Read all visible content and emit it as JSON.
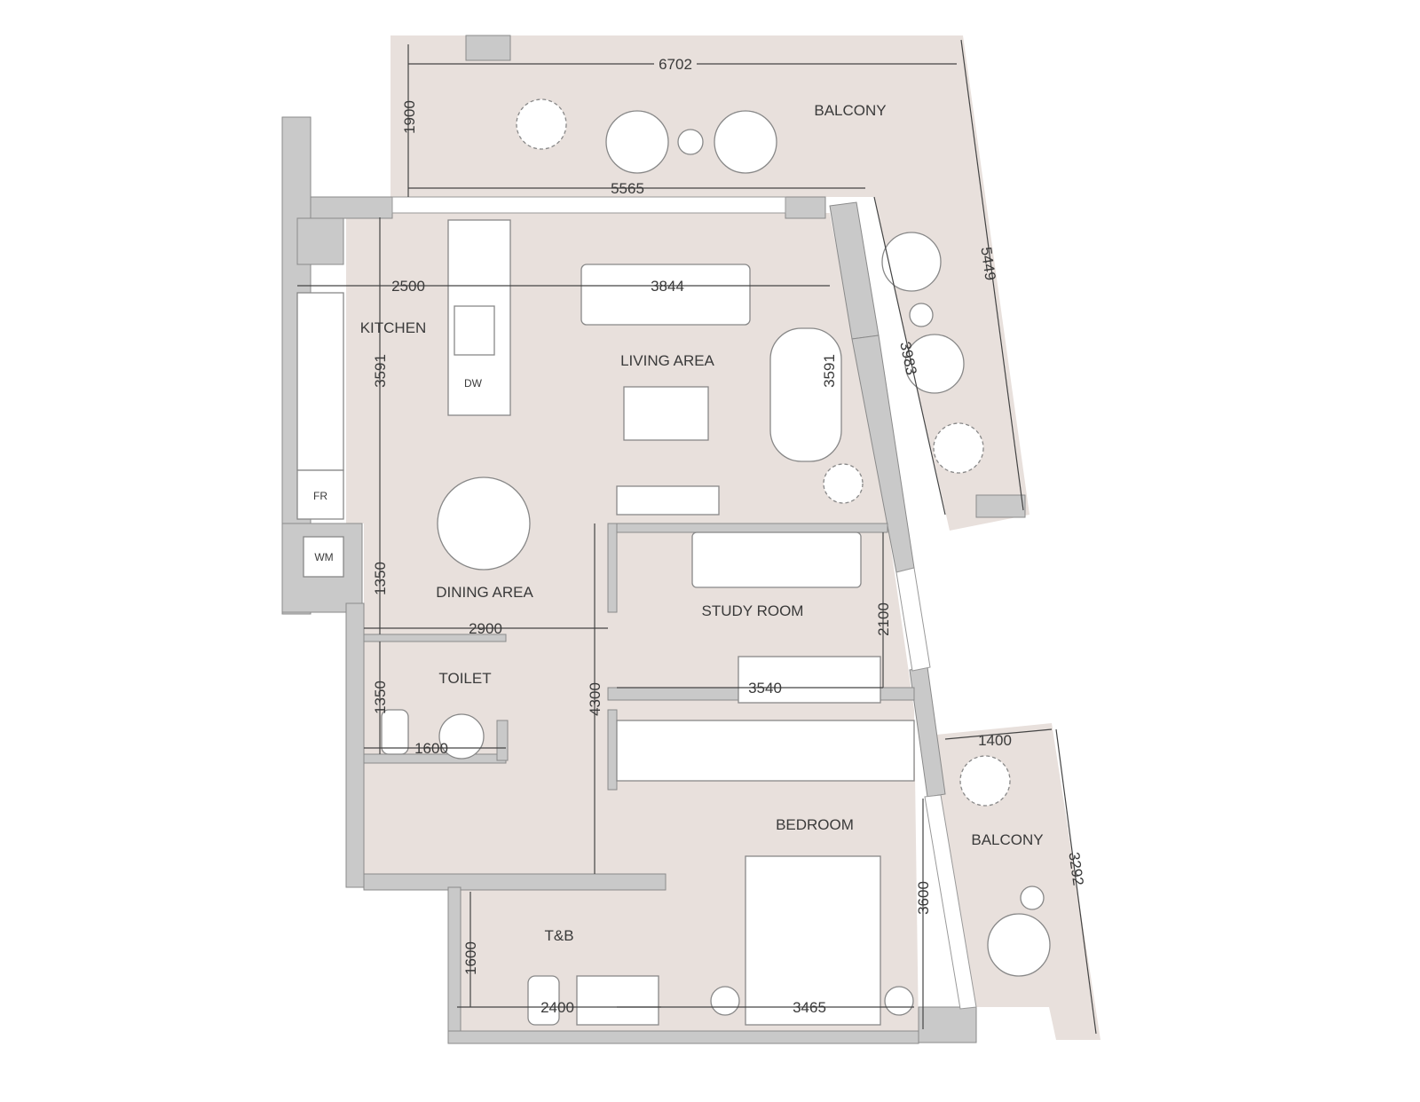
{
  "colors": {
    "floor": "#e8e0dc",
    "wall": "#c9c9c9",
    "line": "#444444"
  },
  "rooms": {
    "balcony_top": "BALCONY",
    "kitchen": "KITCHEN",
    "living": "LIVING AREA",
    "dining": "DINING AREA",
    "study": "STUDY ROOM",
    "toilet": "TOILET",
    "bedroom": "BEDROOM",
    "balcony_bottom": "BALCONY",
    "tb": "T&B"
  },
  "appliances": {
    "dw": "DW",
    "fr": "FR",
    "wm": "WM"
  },
  "dimensions": {
    "d6702": "6702",
    "d1900": "1900",
    "d5565": "5565",
    "d5449": "5449",
    "d2500": "2500",
    "d3844": "3844",
    "d3591a": "3591",
    "d3591b": "3591",
    "d3983": "3983",
    "d1350a": "1350",
    "d2900": "2900",
    "d1350b": "1350",
    "d1600a": "1600",
    "d4300": "4300",
    "d2100": "2100",
    "d3540": "3540",
    "d1400": "1400",
    "d3292": "3292",
    "d3600": "3600",
    "d1600b": "1600",
    "d2400": "2400",
    "d3465": "3465"
  }
}
